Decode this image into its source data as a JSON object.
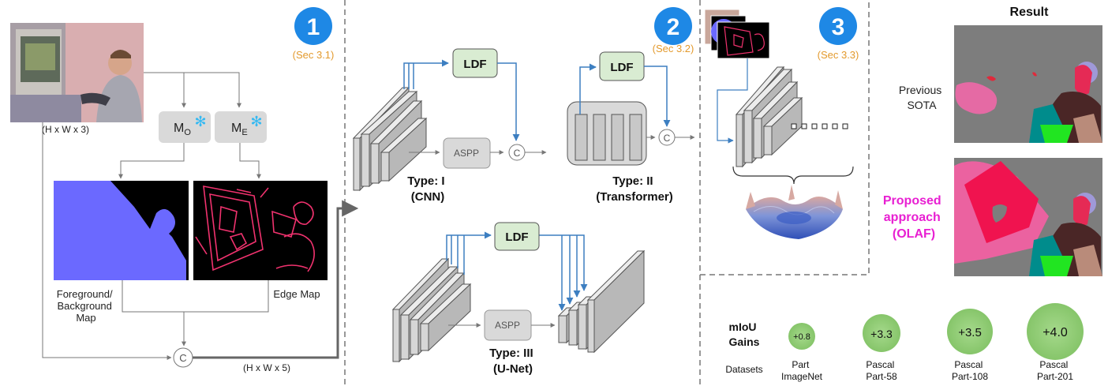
{
  "section1": {
    "badge": "1",
    "ref": "(Sec 3.1)",
    "input_dims": "(H x W x 3)",
    "model_o_main": "M",
    "model_o_sub": "O",
    "model_e_main": "M",
    "model_e_sub": "E",
    "fg_label_l1": "Foreground/",
    "fg_label_l2": "Background",
    "fg_label_l3": "Map",
    "edge_label": "Edge Map",
    "concat_symbol": "C",
    "output_dims": "(H x W x 5)"
  },
  "section2": {
    "badge": "2",
    "ref": "(Sec 3.2)",
    "ldf": "LDF",
    "aspp": "ASPP",
    "concat_symbol": "C",
    "type1_l1": "Type: I",
    "type1_l2": "(CNN)",
    "type2_l1": "Type: II",
    "type2_l2": "(Transformer)",
    "type3_l1": "Type: III",
    "type3_l2": "(U-Net)"
  },
  "section3": {
    "badge": "3",
    "ref": "(Sec 3.3)"
  },
  "result": {
    "title": "Result",
    "previous_l1": "Previous",
    "previous_l2": "SOTA",
    "proposed_l1": "Proposed",
    "proposed_l2": "approach",
    "proposed_l3": "(OLAF)"
  },
  "gains": {
    "title_l1": "mIoU",
    "title_l2": "Gains",
    "datasets_label": "Datasets",
    "items": [
      {
        "value": "+0.8",
        "dataset_l1": "Part",
        "dataset_l2": "ImageNet"
      },
      {
        "value": "+3.3",
        "dataset_l1": "Pascal",
        "dataset_l2": "Part-58"
      },
      {
        "value": "+3.5",
        "dataset_l1": "Pascal",
        "dataset_l2": "Part-108"
      },
      {
        "value": "+4.0",
        "dataset_l1": "Pascal",
        "dataset_l2": "Part-201"
      }
    ]
  },
  "colors": {
    "badge_blue": "#1e88e5",
    "ref_orange": "#e39a2d",
    "ldf_fill": "#d9ecd2",
    "arrow_blue": "#3d7fc1",
    "gain_green": "#8dc971",
    "olaf_magenta": "#e81fd2",
    "fg_mask": "#6b69ff",
    "edge_pink": "#f0326e"
  }
}
